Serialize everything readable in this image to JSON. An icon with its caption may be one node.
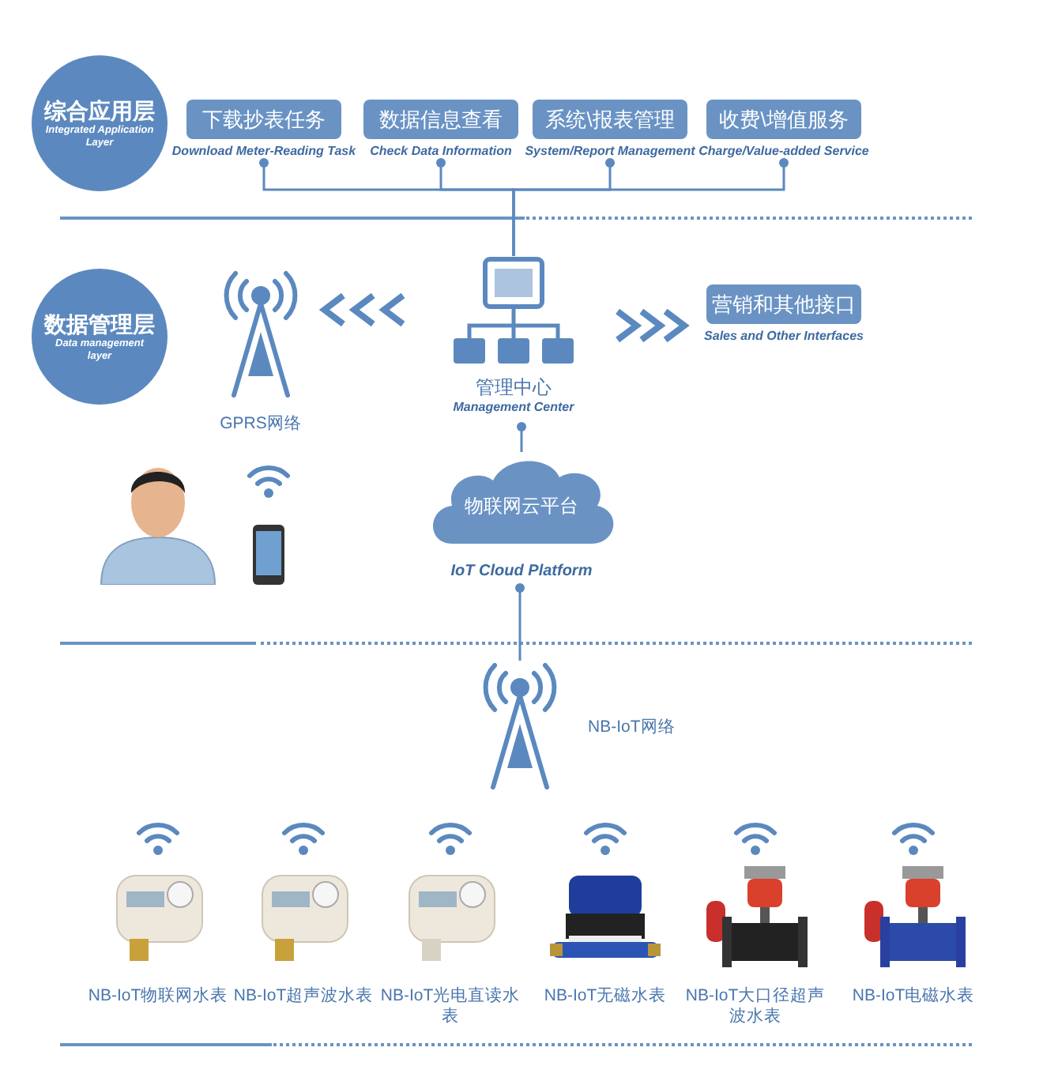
{
  "diagram": {
    "nodes": [
      {
        "text": [
          "综合应用层",
          "Integrated Application Layer"
        ]
      },
      {
        "text": [
          "下载抄表任务"
        ],
        "beside": [
          "Download Meter-Reading Task"
        ]
      },
      {
        "text": [
          "数据信息查看"
        ],
        "beside": [
          "Check Data Information"
        ]
      },
      {
        "text": [
          "系统\\报表管理"
        ],
        "beside": [
          "System/Report Management"
        ]
      },
      {
        "text": [
          "收费\\增值服务"
        ],
        "beside": [
          "Charge/Value-added Service"
        ]
      },
      {
        "text": [
          "数据管理层",
          "Data management layer"
        ]
      },
      {
        "text": [],
        "shape": "picture",
        "beside": [
          "GPRS网络"
        ]
      },
      {
        "text": [],
        "shape": "picture",
        "beside": [
          "管理中心",
          "Management Center"
        ]
      },
      {
        "text": [
          "营销和其他接口"
        ],
        "beside": [
          "Sales and Other Interfaces"
        ]
      },
      {
        "text": [],
        "shape": "person"
      },
      {
        "text": [],
        "shape": "picture"
      },
      {
        "text": [
          "物联网云平台"
        ],
        "beside": [
          "IoT Cloud Platform"
        ]
      },
      {
        "text": [],
        "shape": "picture",
        "beside": [
          "NB-IoT网络"
        ]
      },
      {
        "text": [],
        "shape": "picture",
        "beside": [
          "NB-IoT物联网水表"
        ]
      },
      {
        "text": [],
        "shape": "picture",
        "beside": [
          "NB-IoT超声波水表"
        ]
      },
      {
        "text": [],
        "shape": "picture",
        "beside": [
          "NB-IoT光电直读水表"
        ]
      },
      {
        "text": [],
        "shape": "picture",
        "beside": [
          "NB-IoT无磁水表"
        ]
      },
      {
        "text": [],
        "shape": "picture",
        "beside": [
          "NB-IoT大口径超声波水表"
        ]
      },
      {
        "text": [],
        "shape": "picture",
        "beside": [
          "NB-IoT电磁水表"
        ]
      }
    ],
    "edges": [
      {
        "from": 7,
        "to": 1,
        "arrow": "other"
      },
      {
        "from": 7,
        "to": 2,
        "arrow": "other"
      },
      {
        "from": 7,
        "to": 3,
        "arrow": "other"
      },
      {
        "from": 7,
        "to": 4,
        "arrow": "other"
      },
      {
        "from": 7,
        "to": 6,
        "arrow": "to",
        "style": "thick"
      },
      {
        "from": 7,
        "to": 8,
        "arrow": "to",
        "style": "thick"
      },
      {
        "from": 11,
        "to": 7,
        "arrow": "other"
      },
      {
        "from": 12,
        "to": 11,
        "arrow": "other"
      }
    ]
  }
}
